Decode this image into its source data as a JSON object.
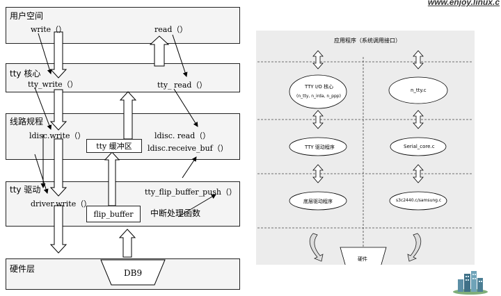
{
  "header": {
    "url": "www.enjoy.linux.c"
  },
  "left_diagram": {
    "layers": [
      {
        "title": "用户空间"
      },
      {
        "title": "tty 核心"
      },
      {
        "title": "线路规程"
      },
      {
        "title": "tty 驱动"
      },
      {
        "title": "硬件层"
      }
    ],
    "labels": {
      "write": "write（）",
      "read": "read（）",
      "tty_write": "tty_write（）",
      "tty_read": "tty_ read（）",
      "ldisc_write": "ldisc.write（）",
      "ldisc_read": "ldisc. read（）",
      "ldisc_receive_buf": "ldisc.receive_buf（）",
      "flip_buffer_push": "tty_flip_buffer_push（）",
      "driver_write": "driver.write（）",
      "interrupt_handler": "中断处理函数"
    },
    "boxes": {
      "tty_buffer": "tty 缓冲区",
      "flip_buffer": "flip_buffer",
      "db9": "DB9"
    }
  },
  "right_diagram": {
    "title": "应用程序（系统调用接口）",
    "nodes": {
      "tty_io_core_line1": "TTY I/O 核心",
      "tty_io_core_line2": "(n_tty, n_irda, n_ppp)",
      "n_tty": "n_tty.c",
      "tty_driver": "TTY 驱动程序",
      "serial_core": "Serial_core.c",
      "low_level_driver": "底层驱动程序",
      "s3c2440": "s3c2440.c/samsung.c",
      "hardware": "硬件"
    }
  }
}
